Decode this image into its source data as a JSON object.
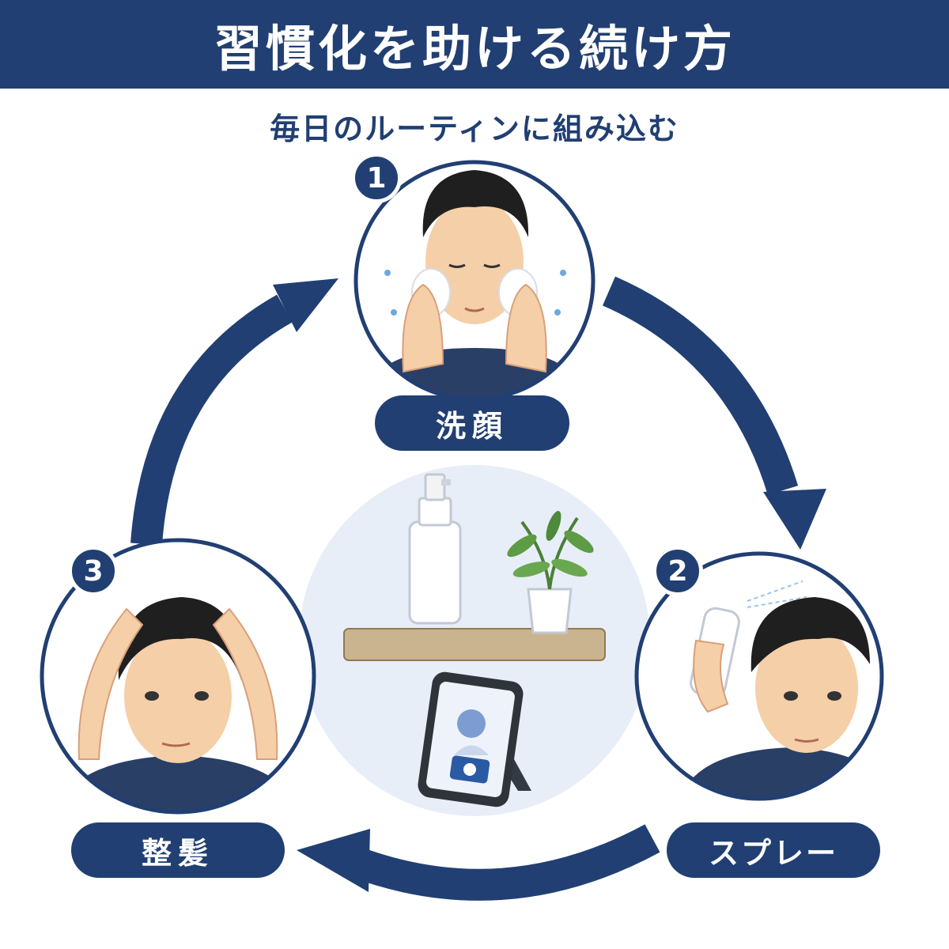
{
  "header": {
    "title": "習慣化を助ける続け方"
  },
  "subtitle": "毎日のルーティンに組み込む",
  "steps": [
    {
      "number": "1",
      "label": "洗顔",
      "icon": "face-washing-illustration"
    },
    {
      "number": "2",
      "label": "スプレー",
      "icon": "hair-spray-illustration"
    },
    {
      "number": "3",
      "label": "整髪",
      "icon": "hair-styling-illustration"
    }
  ],
  "center": {
    "icons": [
      "spray-bottle-icon",
      "plant-icon",
      "shelf-icon",
      "smartphone-camera-icon"
    ]
  },
  "colors": {
    "navy": "#213f72",
    "center_bg": "#e8eef8",
    "skin": "#f5cfa8",
    "hair": "#1f1f1f",
    "shirt": "#2a3f66"
  }
}
